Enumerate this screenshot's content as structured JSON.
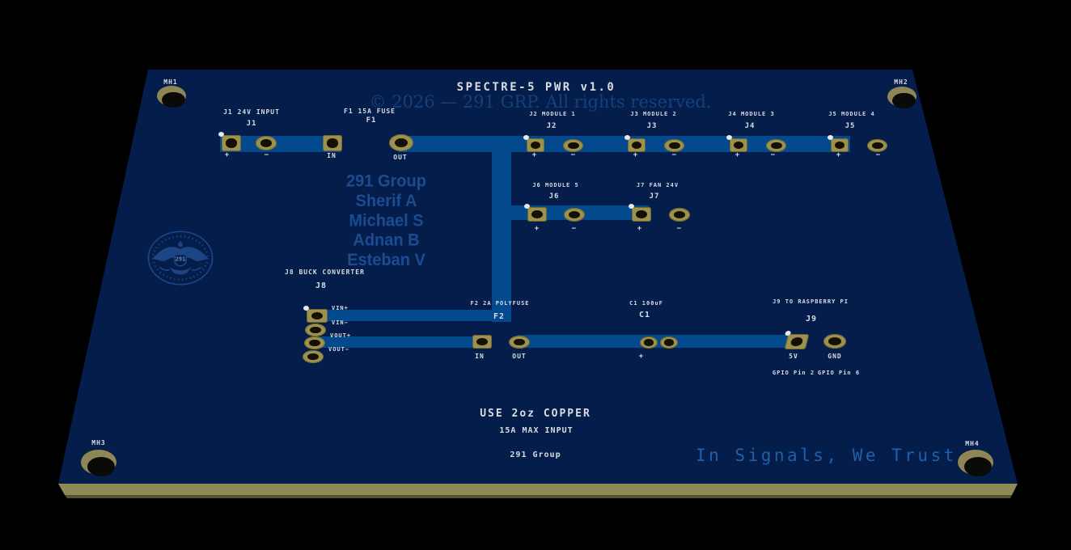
{
  "board": {
    "title": "SPECTRE-5 PWR v1.0",
    "copyright": "© 2026 — 291 GRP. All rights reserved.",
    "slogan": "In Signals, We Trust",
    "logo_text": "291",
    "notes": {
      "copper": "USE 2oz COPPER",
      "max_input": "15A MAX INPUT",
      "group": "291 Group"
    },
    "team": [
      "291 Group",
      "Sherif A",
      "Michael S",
      "Adnan B",
      "Esteban V"
    ]
  },
  "mounting_holes": [
    {
      "label": "MH1"
    },
    {
      "label": "MH2"
    },
    {
      "label": "MH3"
    },
    {
      "label": "MH4"
    }
  ],
  "components": {
    "j1": {
      "label": "J1 24V INPUT",
      "ref": "J1",
      "pins": [
        "+",
        "−"
      ]
    },
    "f1": {
      "label": "F1 15A FUSE",
      "ref": "F1",
      "pins": [
        "IN",
        "OUT"
      ]
    },
    "j2": {
      "label": "J2 MODULE 1",
      "ref": "J2",
      "pins": [
        "+",
        "−"
      ]
    },
    "j3": {
      "label": "J3 MODULE 2",
      "ref": "J3",
      "pins": [
        "+",
        "−"
      ]
    },
    "j4": {
      "label": "J4 MODULE 3",
      "ref": "J4",
      "pins": [
        "+",
        "−"
      ]
    },
    "j5": {
      "label": "J5 MODULE 4",
      "ref": "J5",
      "pins": [
        "+",
        "−"
      ]
    },
    "j6": {
      "label": "J6 MODULE 5",
      "ref": "J6",
      "pins": [
        "+",
        "−"
      ]
    },
    "j7": {
      "label": "J7 FAN 24V",
      "ref": "J7",
      "pins": [
        "+",
        "−"
      ]
    },
    "j8": {
      "label": "J8 BUCK CONVERTER",
      "ref": "J8",
      "pins": [
        "VIN+",
        "VIN−",
        "VOUT+",
        "VOUT−"
      ]
    },
    "f2": {
      "label": "F2 2A POLYFUSE",
      "ref": "F2",
      "pins": [
        "IN",
        "OUT"
      ]
    },
    "c1": {
      "label": "C1 100uF",
      "ref": "C1",
      "pins": [
        "+"
      ]
    },
    "j9": {
      "label": "J9 TO RASPBERRY PI",
      "ref": "J9",
      "pins": [
        "5V",
        "GND"
      ],
      "pin_notes": [
        "GPIO Pin 2",
        "GPIO Pin 6"
      ]
    }
  },
  "colors": {
    "background": "#000000",
    "soldermask": "#041d4a",
    "trace": "#03498d",
    "silk_white": "#d9dde3",
    "silk_blue": "#1b4c92",
    "copyright_blue": "#15407c",
    "slogan_blue": "#1f5fab",
    "pad_gold": "#9d914f",
    "board_edge": "#8e8957"
  }
}
